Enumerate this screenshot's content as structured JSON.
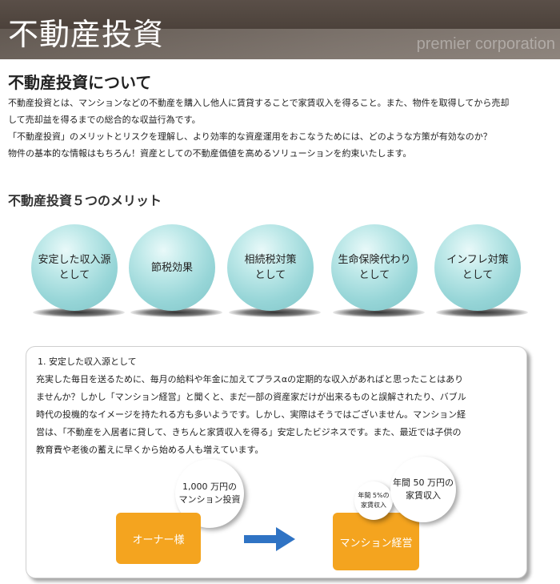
{
  "header": {
    "title": "不動産投資",
    "subtitle": "premier corporation"
  },
  "about": {
    "title": "不動産投資について",
    "lines": [
      "不動産投資とは、マンションなどの不動産を購入し他人に賃貸することで家賃収入を得ること。また、物件を取得してから売却",
      "して売却益を得るまでの総合的な収益行為です。",
      "「不動産投資」のメリットとリスクを理解し、より効率的な資産運用をおこなうためには、どのような方策が有効なのか？",
      "物件の基本的な情報はもちろん！資産としての不動産価値を高めるソリューションを約束いたします。"
    ]
  },
  "merits": {
    "title": "不動産投資５つのメリット",
    "items": [
      {
        "line1": "安定した収入源",
        "line2": "として"
      },
      {
        "line1": "節税効果",
        "line2": ""
      },
      {
        "line1": "相続税対策",
        "line2": "として"
      },
      {
        "line1": "生命保険代わり",
        "line2": "として"
      },
      {
        "line1": "インフレ対策",
        "line2": "として"
      }
    ]
  },
  "detail": {
    "title": "1. 安定した収入源として",
    "lines": [
      "充実した毎日を送るために、毎月の給料や年金に加えてプラスαの定期的な収入があればと思ったことはあり",
      "ませんか？しかし「マンション経営」と聞くと、まだ一部の資産家だけが出来るものと誤解されたり、バブル",
      "時代の投機的なイメージを持たれる方も多いようです。しかし、実際はそうではございません。マンション経",
      "営は、「不動産を入居者に貸して、きちんと家賃収入を得る」安定したビジネスです。また、最近では子供の",
      "教育費や老後の蓄えに早くから始める人も増えています。"
    ],
    "owner_label": "オーナー様",
    "investment_line1": "1,000 万円の",
    "investment_line2": "マンション投資",
    "management_label": "マンション経営",
    "yield_line1": "年間 5%の",
    "yield_line2": "家賃収入",
    "income_line1": "年間 50 万円の",
    "income_line2": "家賃収入"
  },
  "colors": {
    "accent_orange": "#f4a41f",
    "arrow_blue": "#2f73c4",
    "sphere_teal": "#96d5d7"
  }
}
